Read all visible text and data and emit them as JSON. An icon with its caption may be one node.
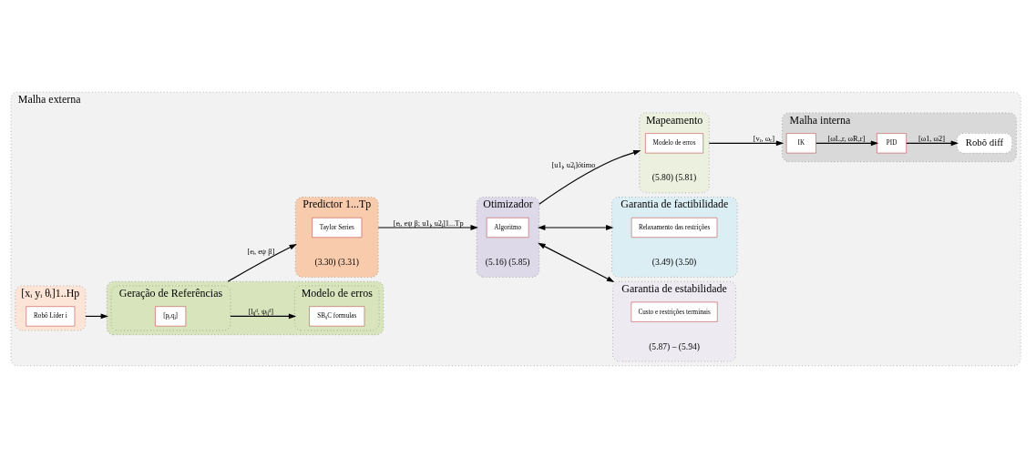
{
  "diagram": {
    "nodes": [
      {
        "text": [
          "Malha externa"
        ]
      },
      {
        "text": [
          "[xᵢ yᵢ θᵢ]1..Hp"
        ],
        "in": 0
      },
      {
        "text": [
          "Robô Líder i"
        ],
        "in": 1
      },
      {
        "text": [],
        "shape": "box",
        "in": 0
      },
      {
        "text": [
          "Geração de Referências"
        ],
        "in": 3
      },
      {
        "text": [
          "[pⱼ,qⱼ]"
        ],
        "in": 4
      },
      {
        "text": [
          "Modelo de erros"
        ],
        "in": 3
      },
      {
        "text": [
          "SBᵢⱼC formulas"
        ],
        "in": 6
      },
      {
        "text": [
          "Predictor 1...Tp"
        ],
        "in": 0,
        "beside": [
          "(3.30) (3.31)"
        ]
      },
      {
        "text": [
          "Taylor Series"
        ],
        "in": 8
      },
      {
        "text": [
          "Otimizador"
        ],
        "in": 0,
        "beside": [
          "(5.16) (5.85)"
        ]
      },
      {
        "text": [
          "Algoritmo"
        ],
        "in": 10
      },
      {
        "text": [
          "Garantia de estabilidade"
        ],
        "in": 0,
        "beside": [
          "(5.87) – (5.94)"
        ]
      },
      {
        "text": [
          "Custo e restrições terminais"
        ],
        "in": 12
      },
      {
        "text": [
          "Garantia de factibilidade"
        ],
        "in": 0,
        "beside": [
          "(3.49) (3.50)"
        ]
      },
      {
        "text": [
          "Relaxamento das restrições"
        ],
        "in": 14
      },
      {
        "text": [
          "Mapeamento"
        ],
        "in": 0,
        "beside": [
          "(5.80) (5.81)"
        ]
      },
      {
        "text": [
          "Modelo de erros"
        ],
        "in": 16
      },
      {
        "text": [
          "Malha interna"
        ],
        "in": 0
      },
      {
        "text": [
          "IK"
        ],
        "in": 18
      },
      {
        "text": [
          "PID"
        ],
        "in": 18
      },
      {
        "text": [
          "Robô diff"
        ],
        "in": 18
      }
    ],
    "edges": [
      {
        "from": 1,
        "to": 3,
        "arrow": "to"
      },
      {
        "from": 4,
        "to": 6,
        "arrow": "to",
        "label": "[lᵢⱼᵈ, ψᵢⱼᵈ]"
      },
      {
        "from": 3,
        "to": 8,
        "arrow": "to",
        "label": "[eₗ, eψ β]"
      },
      {
        "from": 8,
        "to": 10,
        "arrow": "to",
        "label": "[eₗ, eψ β; u1ⱼ, u2ⱼ]1...Tp"
      },
      {
        "from": 10,
        "to": 12,
        "arrow": "both"
      },
      {
        "from": 10,
        "to": 14,
        "arrow": "both"
      },
      {
        "from": 10,
        "to": 16,
        "arrow": "to",
        "label": "[u1ⱼ, u2ⱼ]ótimo"
      },
      {
        "from": 16,
        "to": 18,
        "arrow": "to",
        "label": "[vᵣ, ωᵣ]"
      },
      {
        "from": 19,
        "to": 20,
        "arrow": "to",
        "label": "[ωL,r, ωR,r]"
      },
      {
        "from": 20,
        "to": 21,
        "arrow": "to",
        "label": "[ω1, ω2]"
      }
    ]
  }
}
